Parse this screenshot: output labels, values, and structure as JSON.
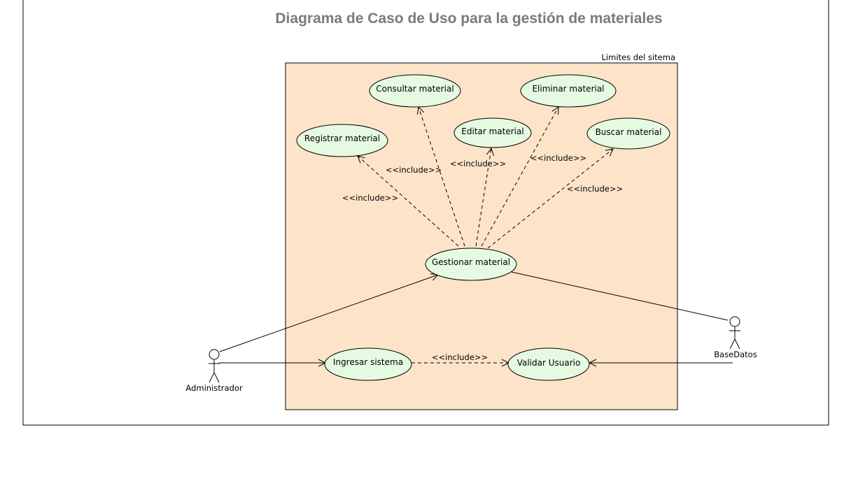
{
  "diagram": {
    "title": "Diagrama de Caso de Uso para la gestión de materiales",
    "boundary_label": "Limites del sitema",
    "use_cases": {
      "consultar": "Consultar material",
      "eliminar": "Eliminar material",
      "editar": "Editar material",
      "buscar": "Buscar material",
      "registrar": "Registrar material",
      "gestionar": "Gestionar material",
      "ingresar": "Ingresar sistema",
      "validar": "Validar Usuario"
    },
    "actors": {
      "administrador": "Administrador",
      "basedatos": "BaseDatos"
    },
    "include_label": "<<include>>"
  },
  "colors": {
    "title": "#7a7a7a",
    "boundary_fill": "#fde4c9",
    "use_case_fill": "#e6fae2",
    "line": "#000000"
  }
}
